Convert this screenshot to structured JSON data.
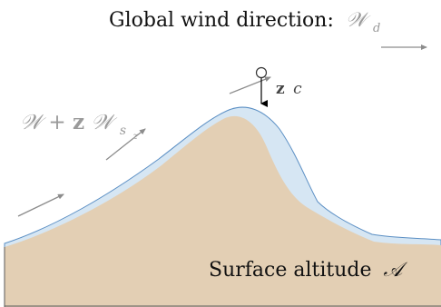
{
  "title": {
    "prefix": "Global wind direction:",
    "symbol": "𝒲",
    "subscript": "d"
  },
  "wind_label": {
    "symbol_a": "𝒲",
    "plus": "+",
    "bold_z": "z",
    "symbol_b": "𝒲",
    "subscript": "s",
    "sub_subscript": "z"
  },
  "particle_label": {
    "bold_z": "z",
    "italic_c": "c"
  },
  "surface_label": {
    "text": "Surface altitude",
    "symbol": "𝒜"
  },
  "colors": {
    "terrain": "#e3cfb4",
    "snow_layer": "#d6e6f3",
    "snow_outline": "#5b8fc4",
    "arrow_gray": "#8c8c8c",
    "label_gray": "#9a9a9a",
    "text": "#111111"
  }
}
